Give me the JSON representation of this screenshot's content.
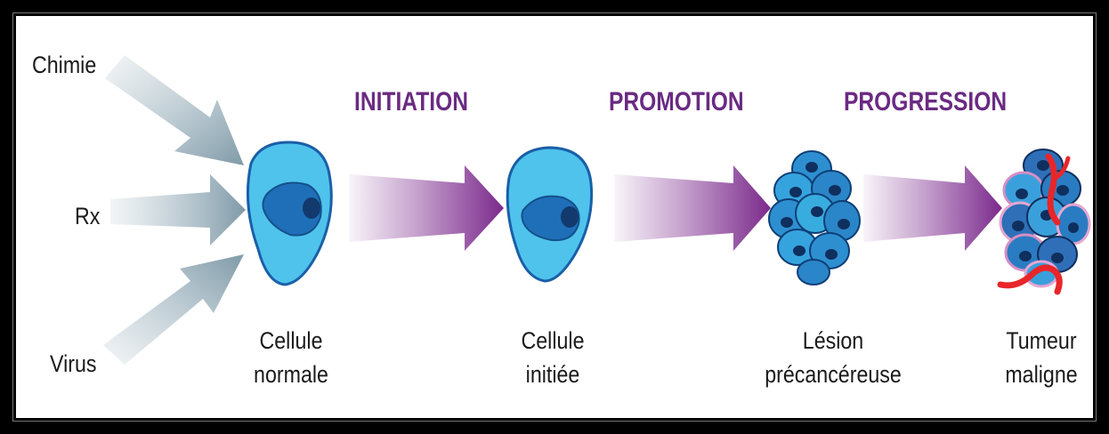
{
  "sources": [
    "Chimie",
    "Rx",
    "Virus"
  ],
  "stages": [
    "INITIATION",
    "PROMOTION",
    "PROGRESSION"
  ],
  "cells": [
    {
      "line1": "Cellule",
      "line2": "normale"
    },
    {
      "line1": "Cellule",
      "line2": "initiée"
    },
    {
      "line1": "Lésion",
      "line2": "précancéreuse"
    },
    {
      "line1": "Tumeur",
      "line2": "maligne"
    }
  ],
  "colors": {
    "stage_text": "#6a2a82",
    "arrow_purple": "#7b2a8c",
    "source_arrow": "#8fa8b5",
    "cell_light": "#4fc3ec",
    "cell_dark": "#1a5fa8",
    "nucleus": "#123a6e",
    "tumor_red": "#e8262a",
    "tumor_pink": "#e7a6d0"
  }
}
